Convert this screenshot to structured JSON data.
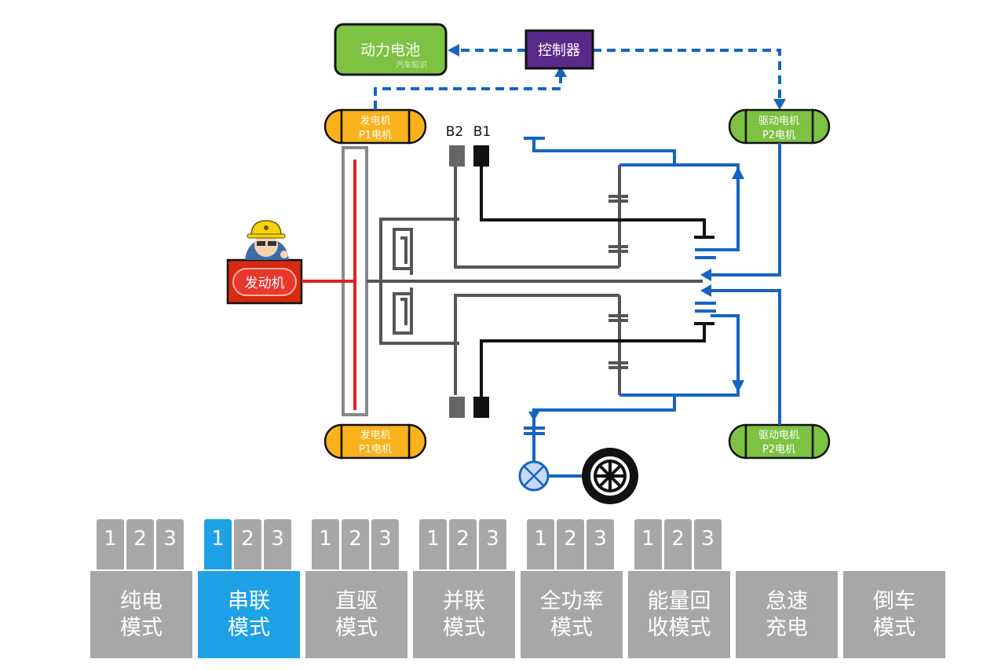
{
  "labels": {
    "battery": "动力电池",
    "battery_sub": "汽车知识",
    "controller": "控制器",
    "generator_line1": "发电机",
    "generator_line2": "P1电机",
    "drive_line1": "驱动电机",
    "drive_line2": "P2电机",
    "engine": "发动机",
    "brake_b2": "B2",
    "brake_b1": "B1"
  },
  "modes": [
    {
      "line1": "纯电",
      "line2": "模式",
      "gears": [
        "1",
        "2",
        "3"
      ],
      "active": false
    },
    {
      "line1": "串联",
      "line2": "模式",
      "gears": [
        "1",
        "2",
        "3"
      ],
      "active": true,
      "active_gear": 0
    },
    {
      "line1": "直驱",
      "line2": "模式",
      "gears": [
        "1",
        "2",
        "3"
      ],
      "active": false
    },
    {
      "line1": "并联",
      "line2": "模式",
      "gears": [
        "1",
        "2",
        "3"
      ],
      "active": false
    },
    {
      "line1": "全功率",
      "line2": "模式",
      "gears": [
        "1",
        "2",
        "3"
      ],
      "active": false
    },
    {
      "line1": "能量回",
      "line2": "收模式",
      "gears": [
        "1",
        "2",
        "3"
      ],
      "active": false
    },
    {
      "line1": "怠速",
      "line2": "充电",
      "gears": [],
      "active": false
    },
    {
      "line1": "倒车",
      "line2": "模式",
      "gears": [],
      "active": false
    }
  ],
  "colors": {
    "battery": "#7dc242",
    "controller": "#5a2a8a",
    "motor_generator": "#f9b21b",
    "motor_drive": "#7dc242",
    "power_flow": "#1565c0",
    "engine": "#e52020",
    "shaft": "#555555",
    "button_active": "#1ea1e6",
    "button_inactive": "#a7a7a7"
  }
}
